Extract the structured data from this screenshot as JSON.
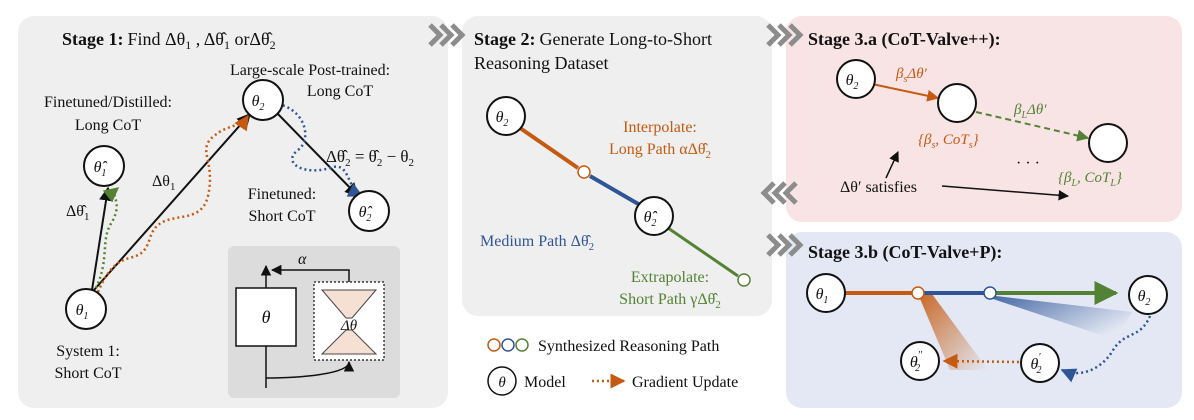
{
  "stage1": {
    "title_bold": "Stage 1:",
    "title_rest": "Find Δθ",
    "title_sub1": "1",
    "title_sep": " , Δθ̂",
    "title_sub2": "1",
    "title_or": " orΔθ̂",
    "title_sub3": "2",
    "large_scale_line1": "Large-scale Post-trained:",
    "large_scale_line2": "Long CoT",
    "finetuned_distilled_line1": "Finetuned/Distilled:",
    "finetuned_distilled_line2": "Long CoT",
    "finetuned_short_line1": "Finetuned:",
    "finetuned_short_line2": "Short CoT",
    "system1_line1": "System 1:",
    "system1_line2": "Short CoT",
    "delta_theta1": "Δθ",
    "delta_theta1_sub": "1",
    "delta_hat_theta1": "Δθ̂",
    "delta_hat_theta1_sub": "1",
    "delta_eq": "Δθ̂",
    "delta_eq_sub": "2",
    "delta_eq_rest": " = θ̂",
    "delta_eq_sub2": "2",
    "delta_eq_minus": " − θ",
    "delta_eq_sub3": "2",
    "node_theta1": "θ",
    "node_theta1_sub": "1",
    "node_theta2": "θ",
    "node_theta2_sub": "2",
    "node_hat1": "θ̂",
    "node_hat1_sub": "1",
    "node_hat2": "θ̂",
    "node_hat2_sub": "2",
    "inset_theta": "θ",
    "inset_alpha": "α",
    "inset_delta": "Δθ"
  },
  "stage2": {
    "title_bold": "Stage 2:",
    "title_rest": "Generate Long-to-Short",
    "title_line2": "Reasoning Dataset",
    "interp_line1": "Interpolate:",
    "interp_line2": "Long Path αΔθ̂",
    "interp_sub": "2",
    "medium": "Medium Path Δθ̂",
    "medium_sub": "2",
    "extrap_line1": "Extrapolate:",
    "extrap_line2": "Short Path γΔθ̂",
    "extrap_sub": "2",
    "node_theta2": "θ",
    "node_theta2_sub": "2",
    "node_hat2": "θ̂",
    "node_hat2_sub": "2"
  },
  "stage3a": {
    "title": "Stage 3.a (CoT-Valve++):",
    "beta_s": "β",
    "beta_s_sub": "s",
    "beta_s_rest": "Δθ′",
    "beta_l": "β",
    "beta_l_sub": "L",
    "beta_l_rest": "Δθ′",
    "set_s": "{β",
    "set_s_sub": "s",
    "set_s_mid": ", CoT",
    "set_s_sub2": "s",
    "set_s_end": "}",
    "set_l": "{β",
    "set_l_sub": "L",
    "set_l_mid": ", CoT",
    "set_l_sub2": "L",
    "set_l_end": "}",
    "dots": "· · ·",
    "satisfies": "Δθ′ satisfies",
    "node_theta2": "θ",
    "node_theta2_sub": "2"
  },
  "stage3b": {
    "title": "Stage 3.b (CoT-Valve+P):",
    "node_theta1": "θ",
    "node_theta1_sub": "1",
    "node_theta2": "θ",
    "node_theta2_sub": "2",
    "node_p1": "θ",
    "node_p1_sub": "2",
    "node_p1_sup": "′",
    "node_p2": "θ",
    "node_p2_sub": "2",
    "node_p2_sup": "′′"
  },
  "legend": {
    "synth": "Synthesized Reasoning Path",
    "model_theta": "θ",
    "model": "Model",
    "grad": "Gradient Update"
  },
  "colors": {
    "orange": "#c55a11",
    "blue": "#2f5597",
    "green": "#548235",
    "dotted_green": "#70ad47",
    "panel_gray": "#efefef",
    "panel_pink": "#f8e4e4",
    "panel_blue": "#e3e8f4",
    "arrow_gray": "#8c8c8c"
  }
}
